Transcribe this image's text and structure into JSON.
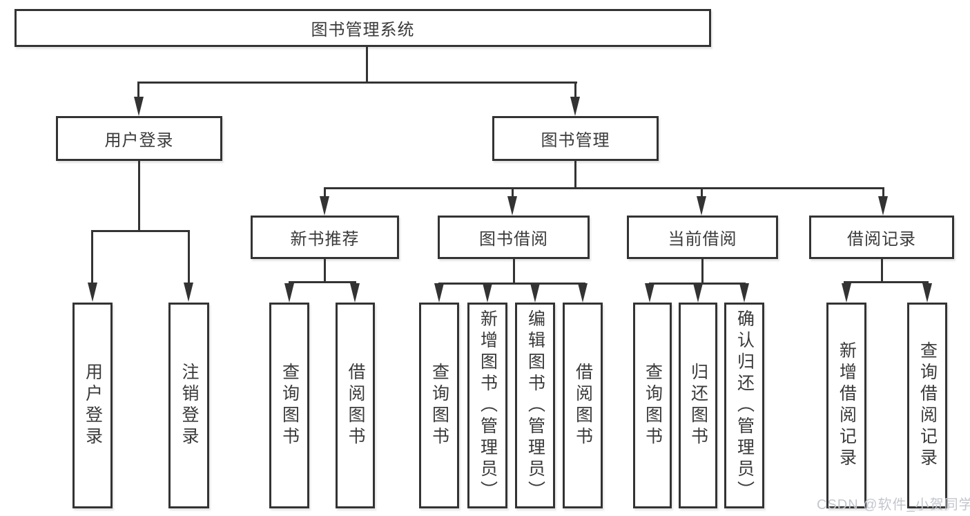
{
  "diagram": {
    "type": "hierarchy-tree",
    "title": "图书管理系统",
    "structure": {
      "图书管理系统": {
        "用户登录": [
          "用户登录",
          "注销登录"
        ],
        "图书管理": {
          "新书推荐": [
            "查询图书",
            "借阅图书"
          ],
          "图书借阅": [
            "查询图书",
            "新增图书（管理员）",
            "编辑图书（管理员）",
            "借阅图书"
          ],
          "当前借阅": [
            "查询图书",
            "归还图书",
            "确认归还（管理员）"
          ],
          "借阅记录": [
            "新增借阅记录",
            "查询借阅记录"
          ]
        }
      }
    }
  },
  "nodes": {
    "root": {
      "label": "图书管理系统"
    },
    "user_login": {
      "label": "用户登录"
    },
    "book_mgmt": {
      "label": "图书管理"
    },
    "new_book_rec": {
      "label": "新书推荐"
    },
    "book_borrow": {
      "label": "图书借阅"
    },
    "current_borrow": {
      "label": "当前借阅"
    },
    "borrow_records": {
      "label": "借阅记录"
    },
    "leaf_user_login": {
      "label": "用户登录"
    },
    "leaf_logout": {
      "label": "注销登录"
    },
    "leaf_rec_query_books": {
      "label": "查询图书"
    },
    "leaf_rec_borrow_books": {
      "label": "借阅图书"
    },
    "leaf_bb_query_books": {
      "label": "查询图书"
    },
    "leaf_bb_add_books": {
      "label": "新增图书（管理员）"
    },
    "leaf_bb_edit_books": {
      "label": "编辑图书（管理员）"
    },
    "leaf_bb_borrow_books": {
      "label": "借阅图书"
    },
    "leaf_cb_query_books": {
      "label": "查询图书"
    },
    "leaf_cb_return_books": {
      "label": "归还图书"
    },
    "leaf_cb_confirm_return": {
      "label": "确认归还（管理员）"
    },
    "leaf_br_add_record": {
      "label": "新增借阅记录"
    },
    "leaf_br_query_record": {
      "label": "查询借阅记录"
    }
  },
  "watermark": {
    "text": "CSDN @软件_小贺同学"
  },
  "colors": {
    "background": "#ffffff",
    "line": "#333333",
    "text": "#3a3a3a",
    "watermark": "#c3c6cd"
  }
}
